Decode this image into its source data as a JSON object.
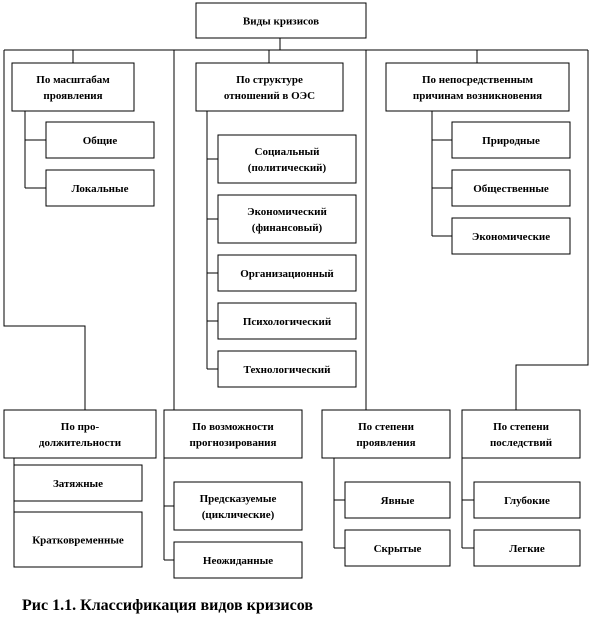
{
  "diagram": {
    "root": "Виды кризисов",
    "groups": [
      {
        "title": [
          "По масштабам",
          "проявления"
        ],
        "items": [
          [
            "Общие"
          ],
          [
            "Локальные"
          ]
        ]
      },
      {
        "title": [
          "По структуре",
          "отношений в ОЭС"
        ],
        "items": [
          [
            "Социальный",
            "(политический)"
          ],
          [
            "Экономический",
            "(финансовый)"
          ],
          [
            "Организационный"
          ],
          [
            "Психологический"
          ],
          [
            "Технологический"
          ]
        ]
      },
      {
        "title": [
          "По непосредственным",
          "причинам возникновения"
        ],
        "items": [
          [
            "Природные"
          ],
          [
            "Общественные"
          ],
          [
            "Экономические"
          ]
        ]
      },
      {
        "title": [
          "По про-",
          "должительности"
        ],
        "items": [
          [
            "Затяжные"
          ],
          [
            "Кратковременные"
          ]
        ]
      },
      {
        "title": [
          "По возможности",
          "прогнозирования"
        ],
        "items": [
          [
            "Предсказуемые",
            "(циклические)"
          ],
          [
            "Неожиданные"
          ]
        ]
      },
      {
        "title": [
          "По степени",
          "проявления"
        ],
        "items": [
          [
            "Явные"
          ],
          [
            "Скрытые"
          ]
        ]
      },
      {
        "title": [
          "По степени",
          "последствий"
        ],
        "items": [
          [
            "Глубокие"
          ],
          [
            "Легкие"
          ]
        ]
      }
    ]
  },
  "caption": "Рис 1.1. Классификация видов кризисов"
}
